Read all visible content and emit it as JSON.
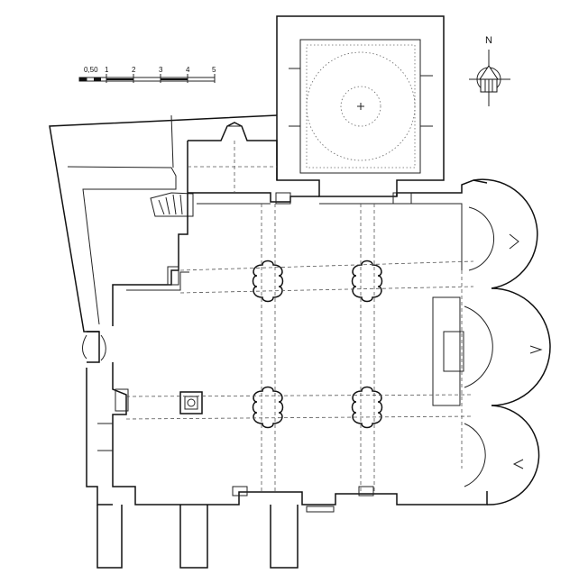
{
  "scale_bar": {
    "labels": [
      "0,50",
      "1",
      "2",
      "3",
      "4",
      "5"
    ]
  },
  "north_arrow": {
    "label": "N"
  }
}
